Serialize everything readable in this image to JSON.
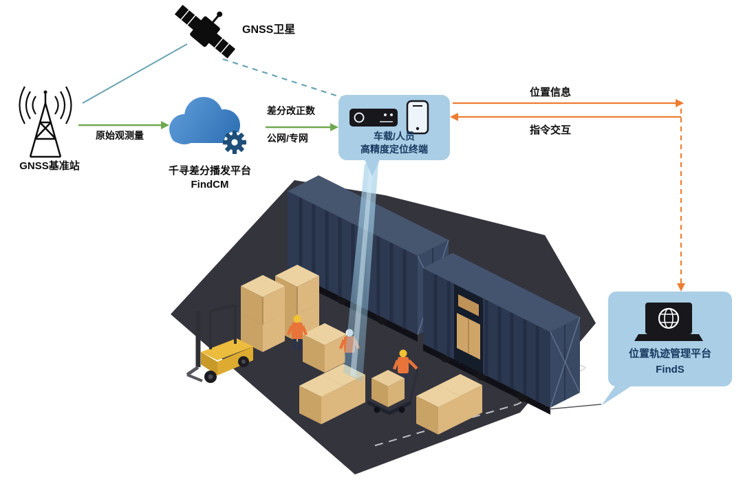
{
  "diagram": {
    "satellite_label": "GNSS卫星",
    "base_station_label": "GNSS基准站",
    "edge_raw_label": "原始观测量",
    "cloud_label": "千寻差分播发平台",
    "cloud_sublabel": "FindCM",
    "edge_corr_line1": "差分改正数",
    "edge_corr_line2": "公网/专网",
    "terminal_line1": "车载/人员",
    "terminal_line2": "高精度定位终端",
    "edge_position_label": "位置信息",
    "edge_command_label": "指令交互",
    "finds_label": "位置轨迹管理平台",
    "finds_sublabel": "FindS",
    "colors": {
      "bubble_blue": "#a9cee5",
      "label_navy": "#17375e",
      "arrow_green": "#6fa84f",
      "arrow_orange": "#ed7d31",
      "link_teal": "#68a2b2",
      "cloud_blue": "#2f78bf",
      "gear_navy": "#1f4e79"
    }
  }
}
